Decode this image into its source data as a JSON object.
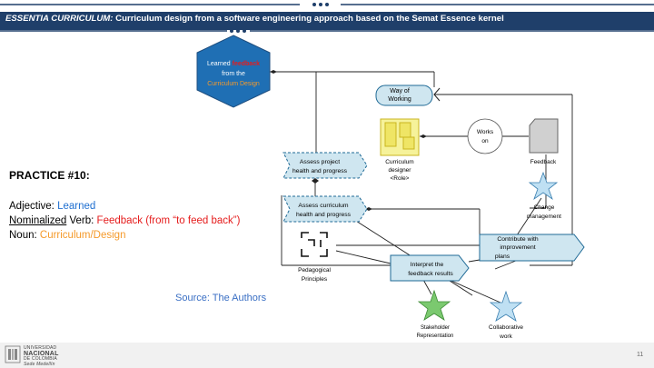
{
  "header": {
    "title_prefix": "ESSENTIA CURRICULUM:",
    "title_rest": "Curriculum design from a software engineering approach based on the Semat Essence kernel"
  },
  "left_panel": {
    "practice": "PRACTICE #10:",
    "adjective_label": "Adjective:",
    "adjective_value": "Learned",
    "verb_label": "Nominalized",
    "verb_label_rest": "Verb:",
    "verb_value": "Feedback (from “to feed back”)",
    "noun_label": "Noun:",
    "noun_value": "Curriculum/Design",
    "source": "Source: The Authors"
  },
  "diagram": {
    "hexagon": {
      "line1_a": "Learned",
      "line1_b": "feedback",
      "line2": "from the",
      "line3": "Curriculum Design"
    },
    "way_of_working": [
      "Way of",
      "Working"
    ],
    "works_on": [
      "Works",
      "on"
    ],
    "curriculum_designer": [
      "Curriculum",
      "designer",
      "<Role>"
    ],
    "feedback_label": "Feedback",
    "assess_project": [
      "Assess project",
      "health and progress"
    ],
    "assess_curriculum": [
      "Assess curriculum",
      "health and progress"
    ],
    "change_management": [
      "Change",
      "management"
    ],
    "contribute": [
      "Contribute with",
      "improvement",
      "plans"
    ],
    "interpret": [
      "Interpret the",
      "feedback results"
    ],
    "pedagogical": [
      "Pedagogical",
      "Principles"
    ],
    "stakeholder": [
      "Stakeholder",
      "Representation"
    ],
    "collaborative": [
      "Collaborative",
      "work"
    ]
  },
  "footer": {
    "logo_lines": [
      "UNIVERSIDAD",
      "NACIONAL",
      "DE COLOMBIA",
      "Sede Medellín"
    ],
    "page_number": "11"
  },
  "colors": {
    "title_band": "#1f3f6a",
    "shape_fill": "#cfe6f0",
    "shape_stroke": "#1f6a96",
    "designer_fill": "#f6f29a",
    "star_green": "#7bc96f",
    "star_blue": "#bfe0f3"
  }
}
